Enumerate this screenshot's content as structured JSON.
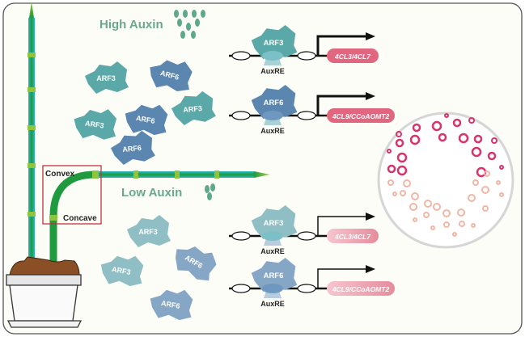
{
  "labels": {
    "high_auxin": "High Auxin",
    "low_auxin": "Low Auxin",
    "convex": "Convex",
    "concave": "Concave",
    "auxre": "AuxRE"
  },
  "proteins": {
    "arf3": "ARF3",
    "arf6": "ARF6"
  },
  "genes": {
    "g1": "4CL3/4CL7",
    "g2": "4CL9/CCoAOMT2"
  },
  "high_auxin_cluster": [
    "ARF3",
    "ARF6",
    "ARF3",
    "ARF6",
    "ARF3",
    "ARF6"
  ],
  "low_auxin_cluster": [
    "ARF3",
    "ARF3",
    "ARF6",
    "ARF6"
  ],
  "promoters": [
    {
      "protein": "ARF3",
      "gene": "4CL3/4CL7",
      "state": "high"
    },
    {
      "protein": "ARF6",
      "gene": "4CL9/CCoAOMT2",
      "state": "high"
    },
    {
      "protein": "ARF3",
      "gene": "4CL3/4CL7",
      "state": "low"
    },
    {
      "protein": "ARF6",
      "gene": "4CL9/CCoAOMT2",
      "state": "low"
    }
  ],
  "colors": {
    "arf3": "#5aa8a8",
    "arf6": "#5a86b0",
    "arf3_low": "#8fbfc4",
    "arf6_low": "#86a6c6",
    "gene_high": "#e0677f",
    "gene_low": "#efa3b0",
    "auxin_text": "#6aa88c",
    "auxin_dot": "#5da88a",
    "cell_high": "#d8336a",
    "cell_low": "#f2b6a6",
    "box_red": "#c8303a"
  }
}
